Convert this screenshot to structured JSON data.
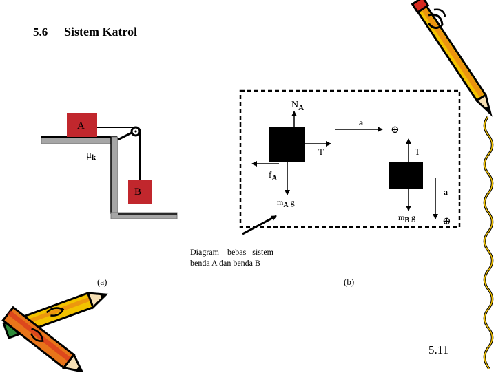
{
  "header": {
    "section_number": "5.6",
    "title": "Sistem Katrol"
  },
  "system_a": {
    "block_a_label": "A",
    "block_b_label": "B",
    "friction_mu": "μ",
    "friction_sub": "k",
    "caption": "(a)"
  },
  "system_b": {
    "normal_force": {
      "main": "N",
      "sub": "A"
    },
    "accel_a": "a",
    "tension_a": "T",
    "friction_force": {
      "main": "f",
      "sub": "A"
    },
    "weight_a": {
      "main": "m",
      "sub": "A",
      "suffix": " g"
    },
    "tension_b": "T",
    "accel_b": "a",
    "weight_b": {
      "main": "m",
      "sub": "B",
      "suffix": " g"
    },
    "positive_symbol": "⊕",
    "caption": "(b)"
  },
  "annotation": {
    "line1": "Diagram    bebas   sistem",
    "line2": "benda A dan benda B"
  },
  "slide_number": "5.11",
  "colors": {
    "block_red": "#c1272d",
    "block_black": "#000000",
    "surface_gray": "#a6a6a6",
    "pencil_yellow": "#f2c200",
    "pencil_orange": "#e8751a",
    "pencil_red": "#d62a20",
    "pencil_green": "#2e8b3a"
  }
}
